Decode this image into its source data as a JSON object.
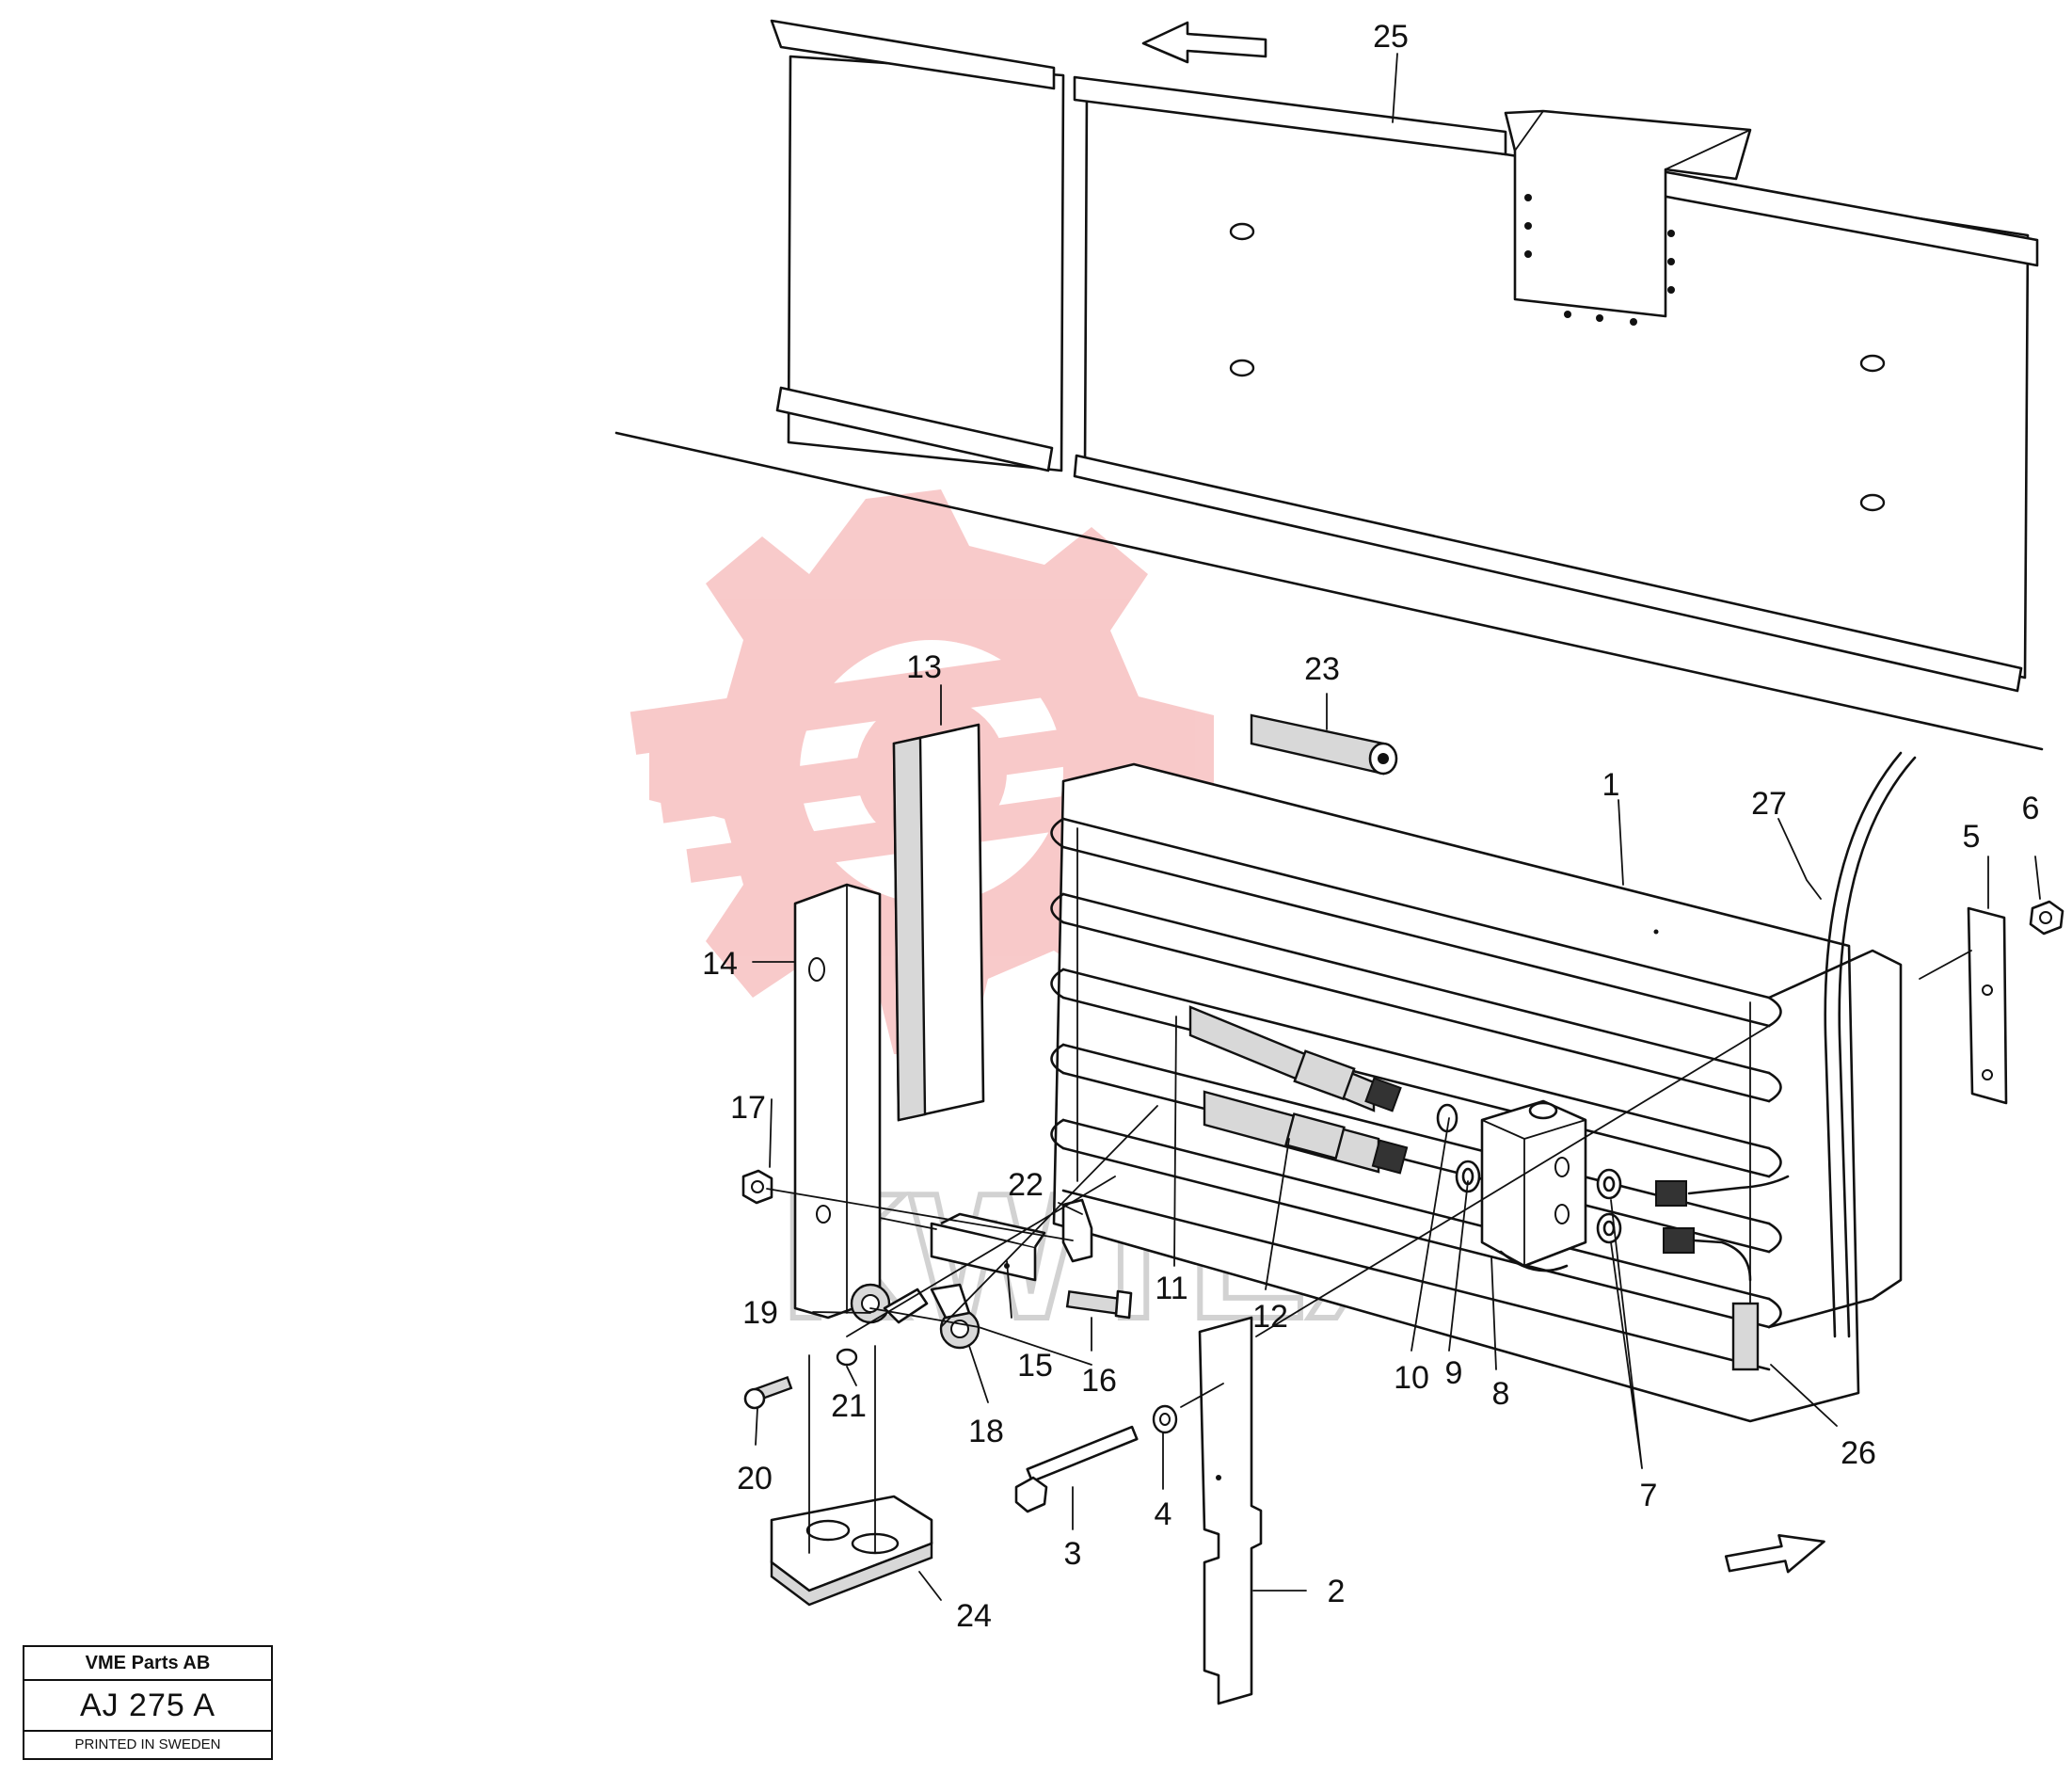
{
  "title_block": {
    "company": "VME Parts AB",
    "drawing_code": "AJ 275 A",
    "printed": "PRINTED IN SWEDEN"
  },
  "watermark": {
    "text": "KWTEX",
    "color": "#f6b8b8"
  },
  "callouts": [
    "1",
    "2",
    "3",
    "4",
    "5",
    "6",
    "7",
    "8",
    "9",
    "10",
    "11",
    "12",
    "13",
    "14",
    "15",
    "16",
    "17",
    "18",
    "19",
    "20",
    "21",
    "22",
    "23",
    "24",
    "25",
    "26",
    "27"
  ]
}
